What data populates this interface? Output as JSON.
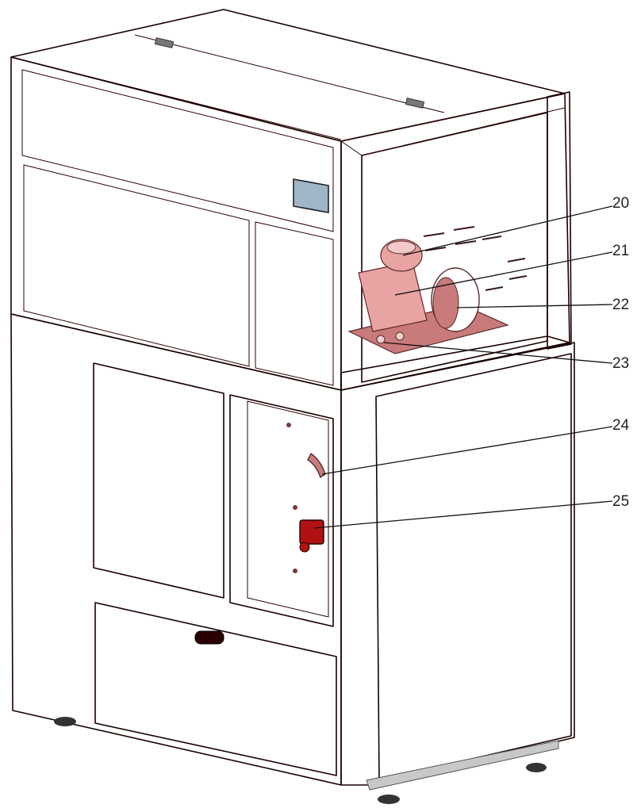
{
  "colors": {
    "panel_front": "#d91414",
    "panel_side": "#c20f0f",
    "panel_top": "#e32020",
    "panel_dark": "#a80b0b",
    "interior_glass": "#e88a8a",
    "interior_light": "#f0b3b3",
    "component": "#e9a3a3",
    "component_shade": "#c97a7a",
    "display": "#9fb6c8",
    "rail": "#c8c8c8",
    "foot": "#333333",
    "outline": "#1a0000"
  },
  "callouts": [
    {
      "id": "callout-20",
      "number": "20"
    },
    {
      "id": "callout-21",
      "number": "21"
    },
    {
      "id": "callout-22",
      "number": "22"
    },
    {
      "id": "callout-23",
      "number": "23"
    },
    {
      "id": "callout-24",
      "number": "24"
    },
    {
      "id": "callout-25",
      "number": "25"
    }
  ],
  "components": [
    {
      "name": "fan-motor",
      "icon": "fan-motor-icon"
    },
    {
      "name": "intake-housing",
      "icon": "intake-housing-icon"
    },
    {
      "name": "air-duct-ring",
      "icon": "duct-ring-icon"
    },
    {
      "name": "mounting-base-plate",
      "icon": "base-plate-icon"
    },
    {
      "name": "door-latch-bracket",
      "icon": "latch-bracket-icon"
    },
    {
      "name": "door-safety-switch",
      "icon": "safety-switch-icon"
    }
  ]
}
